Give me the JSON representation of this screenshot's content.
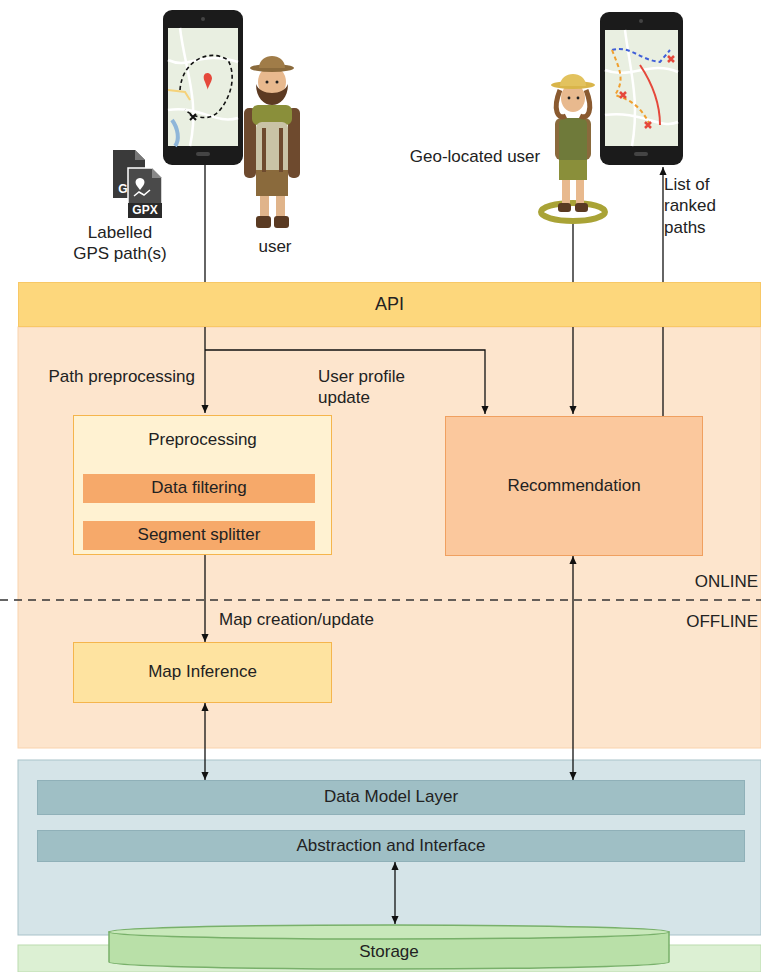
{
  "diagram": {
    "nodes": [
      {
        "text": [
          "API"
        ]
      },
      {
        "text": [
          "Preprocessing"
        ]
      },
      {
        "text": [
          "Data filtering"
        ],
        "in": 1
      },
      {
        "text": [
          "Segment splitter"
        ],
        "in": 1
      },
      {
        "text": [
          "Recommendation"
        ]
      },
      {
        "text": [
          "Map Inference"
        ]
      },
      {
        "text": [
          "Data Model Layer"
        ]
      },
      {
        "text": [
          "Abstraction and Interface"
        ]
      },
      {
        "text": [
          "Storage"
        ]
      }
    ],
    "edges": [
      {
        "from": 1,
        "to": 5,
        "arrow": "to",
        "label": "Map creation/update"
      },
      {
        "from": 5,
        "to": 6,
        "arrow": "both"
      },
      {
        "from": 4,
        "to": 6,
        "arrow": "both"
      },
      {
        "from": 7,
        "to": 8,
        "arrow": "both"
      }
    ],
    "labels": [
      "Labelled GPS path(s)",
      "user",
      "Geo-located user",
      "List of ranked paths",
      "Path preprocessing",
      "User profile update",
      "ONLINE",
      "OFFLINE",
      "G",
      "GPX"
    ]
  }
}
